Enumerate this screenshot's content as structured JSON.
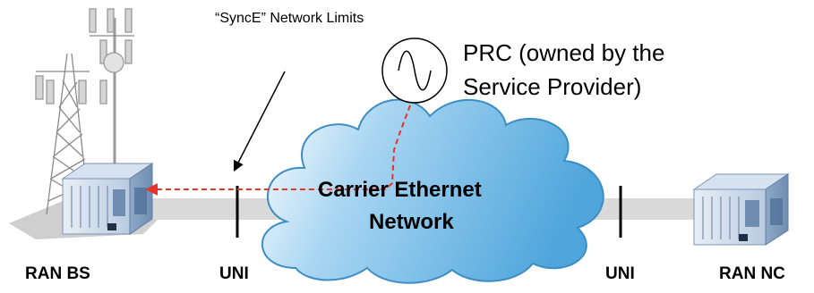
{
  "labels": {
    "synce_limits": "“SyncE” Network Limits",
    "prc_line1": "PRC (owned by the",
    "prc_line2": "Service Provider)",
    "cloud_line1": "Carrier Ethernet",
    "cloud_line2": "Network",
    "ran_bs": "RAN BS",
    "uni_left": "UNI",
    "uni_right": "UNI",
    "ran_nc": "RAN NC"
  },
  "colors": {
    "cloud_fill_dark": "#4fa6dc",
    "cloud_fill_light": "#ffffff",
    "cloud_stroke": "#3d8dc4",
    "sync_path": "#e8332a",
    "link_bar": "#d9d9d9",
    "equipment_blue": "#9fbde0"
  },
  "icons": {
    "cell_tower": "cell-tower-icon",
    "oscillator": "oscillator-sine-icon",
    "base_station": "equipment-rack-icon",
    "network_controller": "equipment-rack-icon"
  }
}
